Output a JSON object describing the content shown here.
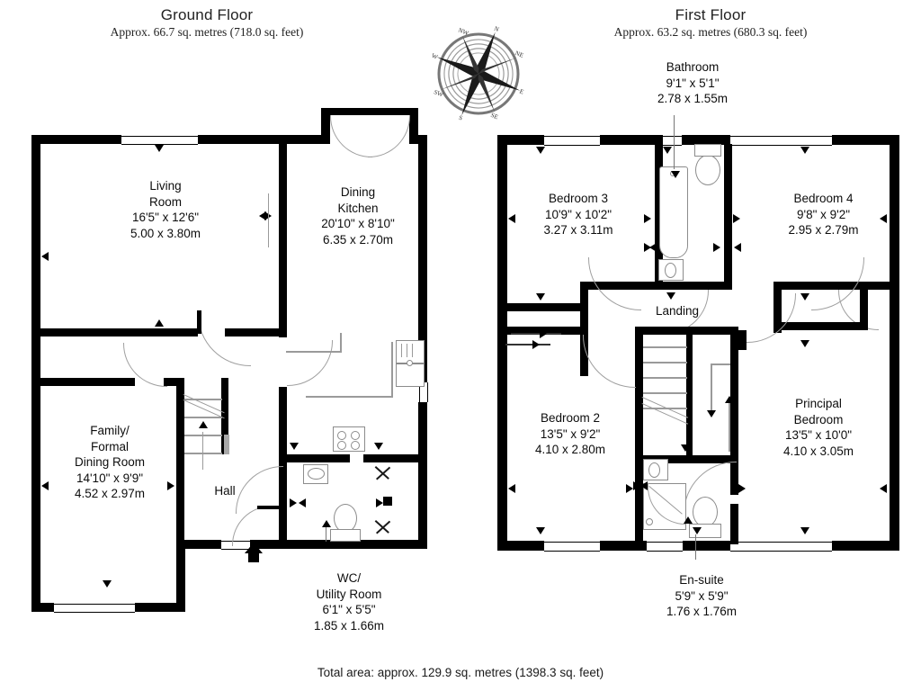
{
  "document": {
    "total_area": "Total area: approx. 129.9 sq. metres (1398.3 sq. feet)"
  },
  "compass": {
    "name": "compass-rose",
    "north": "N",
    "east": "E",
    "south": "S",
    "west": "W",
    "ne": "NE",
    "nw": "NW",
    "se": "SE",
    "sw": "SW"
  },
  "ground_floor": {
    "title": "Ground Floor",
    "area": "Approx. 66.7 sq. metres (718.0 sq. feet)",
    "rooms": [
      {
        "id": "living-room",
        "name": "Living\nRoom",
        "imperial": "16'5\" x 12'6\"",
        "metric": "5.00 x 3.80m",
        "label": "Living\nRoom\n16'5\" x 12'6\"\n5.00 x 3.80m"
      },
      {
        "id": "dining-kitchen",
        "name": "Dining\nKitchen",
        "imperial": "20'10\" x 8'10\"",
        "metric": "6.35 x 2.70m",
        "label": "Dining\nKitchen\n20'10\" x 8'10\"\n6.35 x 2.70m"
      },
      {
        "id": "family-formal-dining-room",
        "name": "Family/\nFormal\nDining Room",
        "imperial": "14'10\" x 9'9\"",
        "metric": "4.52 x 2.97m",
        "label": "Family/\nFormal\nDining Room\n14'10\" x 9'9\"\n4.52 x 2.97m"
      },
      {
        "id": "hall",
        "name": "Hall",
        "imperial": "",
        "metric": "",
        "label": "Hall"
      },
      {
        "id": "wc-utility-room",
        "name": "WC/\nUtility Room",
        "imperial": "6'1\" x 5'5\"",
        "metric": "1.85 x 1.66m",
        "label": "WC/\nUtility Room\n6'1\" x 5'5\"\n1.85 x 1.66m"
      }
    ]
  },
  "first_floor": {
    "title": "First Floor",
    "area": "Approx. 63.2 sq. metres (680.3 sq. feet)",
    "rooms": [
      {
        "id": "bathroom",
        "name": "Bathroom",
        "imperial": "9'1\" x 5'1\"",
        "metric": "2.78 x 1.55m",
        "label": "Bathroom\n9'1\" x 5'1\"\n2.78 x 1.55m"
      },
      {
        "id": "bedroom-3",
        "name": "Bedroom 3",
        "imperial": "10'9\" x 10'2\"",
        "metric": "3.27 x 3.11m",
        "label": "Bedroom 3\n10'9\" x 10'2\"\n3.27 x 3.11m"
      },
      {
        "id": "bedroom-4",
        "name": "Bedroom 4",
        "imperial": "9'8\" x 9'2\"",
        "metric": "2.95 x 2.79m",
        "label": "Bedroom 4\n9'8\" x 9'2\"\n2.95 x 2.79m"
      },
      {
        "id": "landing",
        "name": "Landing",
        "imperial": "",
        "metric": "",
        "label": "Landing"
      },
      {
        "id": "bedroom-2",
        "name": "Bedroom 2",
        "imperial": "13'5\" x 9'2\"",
        "metric": "4.10 x 2.80m",
        "label": "Bedroom 2\n13'5\" x 9'2\"\n4.10 x 2.80m"
      },
      {
        "id": "principal-bedroom",
        "name": "Principal\nBedroom",
        "imperial": "13'5\" x 10'0\"",
        "metric": "4.10 x 3.05m",
        "label": "Principal\nBedroom\n13'5\" x 10'0\"\n4.10 x 3.05m"
      },
      {
        "id": "en-suite",
        "name": "En-suite",
        "imperial": "5'9\" x 5'9\"",
        "metric": "1.76 x 1.76m",
        "label": "En-suite\n5'9\" x 5'9\"\n1.76 x 1.76m"
      }
    ]
  },
  "colors": {
    "wall": "#000000",
    "fixture_outline": "#8c8c8c",
    "background": "#ffffff",
    "text": "#111111"
  }
}
